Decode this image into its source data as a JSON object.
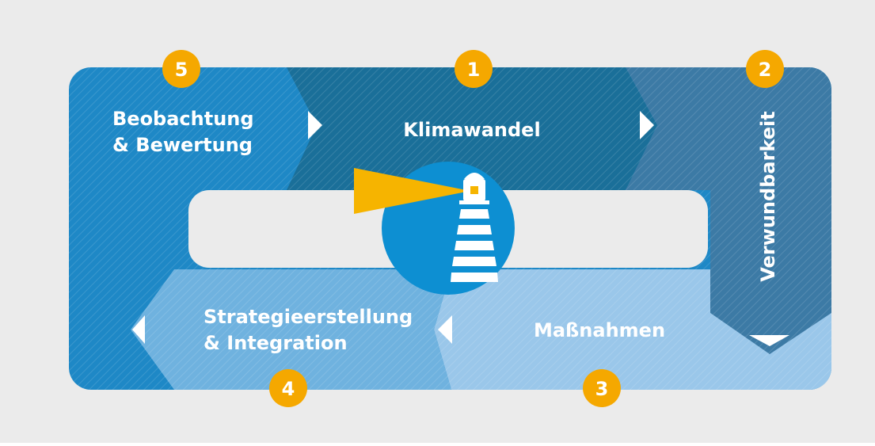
{
  "steps": [
    {
      "number": "1",
      "label_lines": [
        "Klimawandel"
      ]
    },
    {
      "number": "2",
      "label_lines": [
        "Verwundbarkeit"
      ]
    },
    {
      "number": "3",
      "label_lines": [
        "Maßnahmen"
      ]
    },
    {
      "number": "4",
      "label_lines": [
        "Strategieerstellung",
        "& Integration"
      ]
    },
    {
      "number": "5",
      "label_lines": [
        "Beobachtung",
        "& Bewertung"
      ]
    }
  ],
  "colors": {
    "page_background": "#ebebeb",
    "step_observation": "#1e88c6",
    "step_climate": "#1a6f99",
    "step_vulnerability": "#3c7aa5",
    "step_measures": "#9ac7ea",
    "step_strategy": "#6fb2df",
    "badge": "#f5a800",
    "lighthouse_circle": "#0d8fd2",
    "beam": "#f6b400",
    "arrow": "#ffffff"
  },
  "icons": {
    "center": "lighthouse-icon",
    "flow_arrows": "chevron-arrow-icon"
  }
}
